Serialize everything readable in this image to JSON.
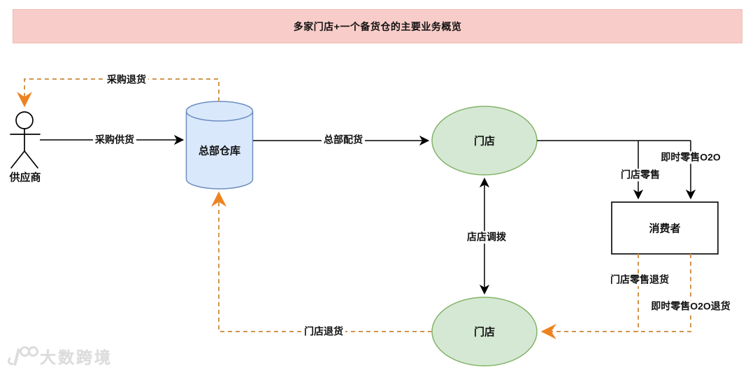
{
  "title": "多家门店+一个备货仓的主要业务概览",
  "diagram": {
    "nodes": {
      "supplier": "供应商",
      "warehouse": "总部仓库",
      "store_top": "门店",
      "store_bottom": "门店",
      "consumer": "消费者"
    },
    "edges": {
      "purchase_return": "采购退货",
      "purchase_supply": "采购供货",
      "hq_distribution": "总部配货",
      "store_retail": "门店零售",
      "instant_retail_o2o": "即时零售O2O",
      "store_transfer": "店店调拨",
      "store_return": "门店退货",
      "store_retail_return": "门店零售退货",
      "instant_retail_o2o_return": "即时零售O2O退货"
    }
  },
  "watermark": {
    "logo_icon": "k100-logo",
    "text": "大数跨境"
  },
  "colors": {
    "banner_fill": "#f8cdc9",
    "banner_border": "#efbab3",
    "cylinder_fill": "#dae8fc",
    "cylinder_stroke": "#6c8ebf",
    "ellipse_fill": "#d5e8d4",
    "ellipse_stroke": "#82b366",
    "box_fill": "#ffffff",
    "box_stroke": "#000000",
    "solid_edge": "#000000",
    "dashed_edge": "#d2954e",
    "dashed_arrowhead": "#ee8220"
  }
}
